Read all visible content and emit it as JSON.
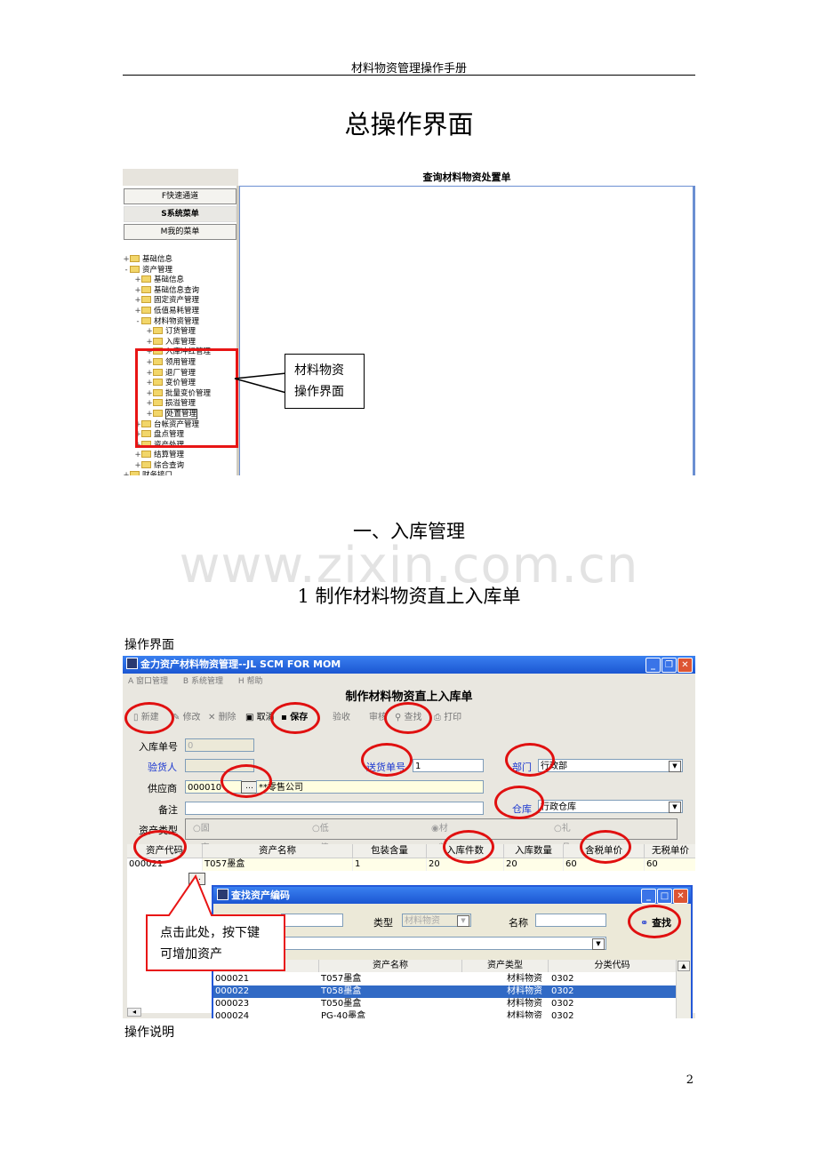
{
  "running_head": "材料物资管理操作手册",
  "doc_title": "总操作界面",
  "watermark": "www.zixin.com.cn",
  "shot1": {
    "panel_title": "查询材料物资处置单",
    "nav_buttons": [
      "F快速通道",
      "S系统菜单",
      "M我的菜单"
    ],
    "tree": [
      {
        "pm": "+",
        "indent": 0,
        "label": "基础信息"
      },
      {
        "pm": "-",
        "indent": 0,
        "label": "资产管理"
      },
      {
        "pm": "+",
        "indent": 1,
        "label": "基础信息"
      },
      {
        "pm": "+",
        "indent": 1,
        "label": "基础信息查询"
      },
      {
        "pm": "+",
        "indent": 1,
        "label": "固定资产管理"
      },
      {
        "pm": "+",
        "indent": 1,
        "label": "低值易耗管理"
      },
      {
        "pm": "-",
        "indent": 1,
        "label": "材料物资管理"
      },
      {
        "pm": "+",
        "indent": 2,
        "label": "订货管理"
      },
      {
        "pm": "+",
        "indent": 2,
        "label": "入库管理"
      },
      {
        "pm": "+",
        "indent": 2,
        "label": "入库冲红管理"
      },
      {
        "pm": "+",
        "indent": 2,
        "label": "领用管理"
      },
      {
        "pm": "+",
        "indent": 2,
        "label": "退厂管理"
      },
      {
        "pm": "+",
        "indent": 2,
        "label": "变价管理"
      },
      {
        "pm": "+",
        "indent": 2,
        "label": "批量变价管理"
      },
      {
        "pm": "+",
        "indent": 2,
        "label": "损溢管理"
      },
      {
        "pm": "+",
        "indent": 2,
        "label": "处置管理"
      },
      {
        "pm": "+",
        "indent": 1,
        "label": "台帐资产管理"
      },
      {
        "pm": "+",
        "indent": 1,
        "label": "盘点管理"
      },
      {
        "pm": "+",
        "indent": 1,
        "label": "资产处理"
      },
      {
        "pm": "+",
        "indent": 1,
        "label": "结算管理"
      },
      {
        "pm": "+",
        "indent": 1,
        "label": "综合查询"
      },
      {
        "pm": "+",
        "indent": 0,
        "label": "财务接口"
      }
    ],
    "callout": [
      "材料物资",
      "操作界面"
    ]
  },
  "heading1": "一、入库管理",
  "heading2": "1 制作材料物资直上入库单",
  "para_interface": "操作界面",
  "shot2": {
    "window_title": "金力资产材料物资管理--JL SCM FOR MOM",
    "menus": [
      "A 窗口管理",
      "B 系统管理",
      "H 帮助"
    ],
    "form_title": "制作材料物资直上入库单",
    "toolbar": [
      "新建",
      "修改",
      "删除",
      "取消",
      "保存",
      "验收",
      "审核",
      "查找",
      "打印"
    ],
    "labels": {
      "receipt_no": "入库单号",
      "inspector": "验货人",
      "delivery_no": "送货单号",
      "department": "部门",
      "supplier": "供应商",
      "warehouse": "仓库",
      "remark": "备注",
      "asset_type": "资产类型"
    },
    "values": {
      "receipt_no": "0",
      "delivery_no": "1",
      "department": "行政部",
      "supplier_code": "000010",
      "supplier_name": "**零售公司",
      "warehouse": "行政仓库"
    },
    "asset_types": [
      "固定资产",
      "低值易耗",
      "材料物资",
      "礼品"
    ],
    "grid_headers": [
      "资产代码",
      "资产名称",
      "包装含量",
      "入库件数",
      "入库数量",
      "含税单价",
      "无税单价"
    ],
    "grid_row": [
      "000021",
      "T057墨盒",
      "1",
      "20",
      "20",
      "60",
      "60"
    ],
    "dialog": {
      "title": "查找资产编码",
      "type_label": "类型",
      "type_value": "材料物资",
      "name_label": "名称",
      "find_button": "查找",
      "headers": [
        "资产名称",
        "资产类型",
        "分类代码"
      ],
      "rows": [
        [
          "000021",
          "T057墨盒",
          "材料物资",
          "0302"
        ],
        [
          "000022",
          "T058墨盒",
          "材料物资",
          "0302"
        ],
        [
          "000023",
          "T050墨盒",
          "材料物资",
          "0302"
        ],
        [
          "000024",
          "PG-40墨盒",
          "材料物资",
          "0302"
        ]
      ]
    },
    "callout": [
      "点击此处，按下键",
      "可增加资产"
    ]
  },
  "para_instructions": "操作说明",
  "page_number": "2",
  "colors": {
    "annotation_red": "#e81515",
    "title_blue": "#2458d8",
    "selection_blue": "#316ac5"
  }
}
